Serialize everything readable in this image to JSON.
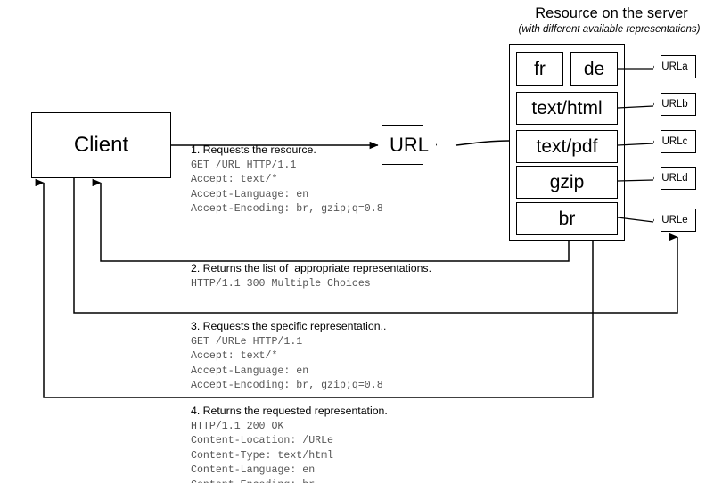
{
  "server": {
    "title": "Resource on the server",
    "subtitle": "(with different available representations)",
    "representations": [
      {
        "label": "fr",
        "name": "representation-fr"
      },
      {
        "label": "de",
        "name": "representation-de"
      },
      {
        "label": "text/html",
        "name": "representation-text-html"
      },
      {
        "label": "text/pdf",
        "name": "representation-text-pdf"
      },
      {
        "label": "gzip",
        "name": "representation-gzip"
      },
      {
        "label": "br",
        "name": "representation-br"
      }
    ],
    "url_tags": [
      {
        "label": "URLa"
      },
      {
        "label": "URLb"
      },
      {
        "label": "URLc"
      },
      {
        "label": "URLd"
      },
      {
        "label": "URLe"
      }
    ]
  },
  "client": {
    "label": "Client"
  },
  "url_node": {
    "label": "URL"
  },
  "steps": [
    {
      "title": "1. Requests the resource.",
      "lines": "GET /URL HTTP/1.1\nAccept: text/*\nAccept-Language: en\nAccept-Encoding: br, gzip;q=0.8"
    },
    {
      "title": "2. Returns the list of  appropriate representations.",
      "lines": "HTTP/1.1 300 Multiple Choices"
    },
    {
      "title": "3. Requests the specific representation..",
      "lines": "GET /URLe HTTP/1.1\nAccept: text/*\nAccept-Language: en\nAccept-Encoding: br, gzip;q=0.8"
    },
    {
      "title": "4. Returns the requested representation.",
      "lines": "HTTP/1.1 200 OK\nContent-Location: /URLe\nContent-Type: text/html\nContent-Language: en\nContent-Encoding: br"
    }
  ],
  "colors": {
    "stroke": "#000000",
    "mono_text": "#555555",
    "background": "#ffffff"
  }
}
